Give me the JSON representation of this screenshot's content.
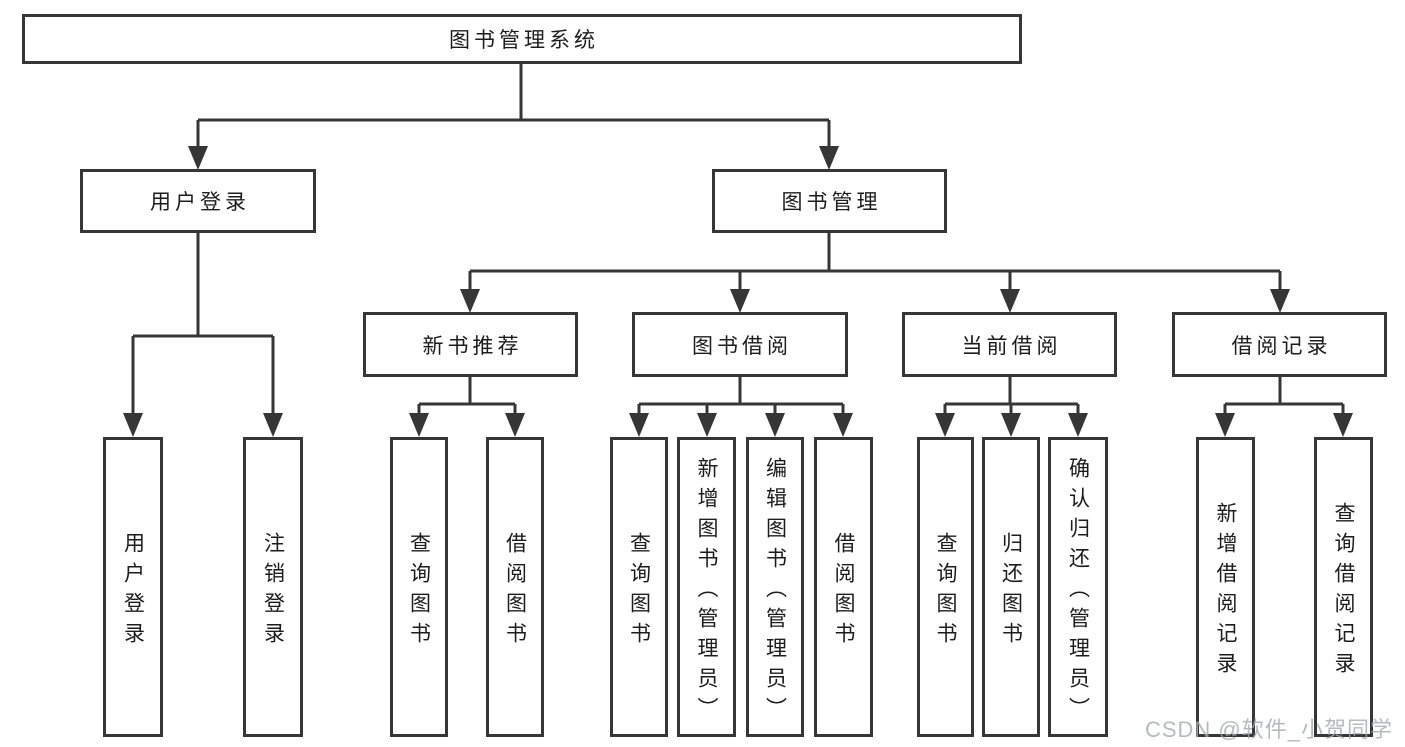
{
  "tree": {
    "root": {
      "label": "图书管理系统"
    },
    "branches": [
      {
        "label": "用户登录",
        "children": [
          {
            "label": "用户登录"
          },
          {
            "label": "注销登录"
          }
        ]
      },
      {
        "label": "图书管理",
        "children": [
          {
            "label": "新书推荐",
            "children": [
              {
                "label": "查询图书"
              },
              {
                "label": "借阅图书"
              }
            ]
          },
          {
            "label": "图书借阅",
            "children": [
              {
                "label": "查询图书"
              },
              {
                "label": "新增图书（管理员）"
              },
              {
                "label": "编辑图书（管理员）"
              },
              {
                "label": "借阅图书"
              }
            ]
          },
          {
            "label": "当前借阅",
            "children": [
              {
                "label": "查询图书"
              },
              {
                "label": "归还图书"
              },
              {
                "label": "确认归还（管理员）"
              }
            ]
          },
          {
            "label": "借阅记录",
            "children": [
              {
                "label": "新增借阅记录"
              },
              {
                "label": "查询借阅记录"
              }
            ]
          }
        ]
      }
    ]
  },
  "watermark": {
    "text": "CSDN @软件_小贺同学"
  },
  "colors": {
    "line": "#363636",
    "text": "#1c1c1c",
    "background": "#ffffff",
    "watermark": "#a4a9ae"
  }
}
